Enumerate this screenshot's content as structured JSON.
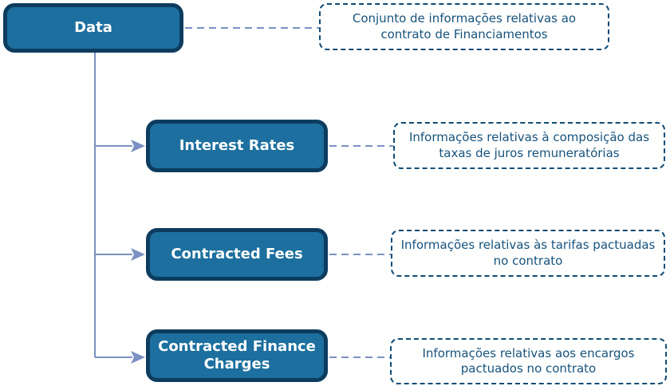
{
  "colors": {
    "node_fill": "#1c6f9e",
    "node_border": "#0d3c5f",
    "node_text": "#ffffff",
    "annotation_border": "#0f4c77",
    "annotation_text": "#16537d",
    "connector": "#7b90c2",
    "bg": "#ffffff"
  },
  "diagram": {
    "root": {
      "label": "Data",
      "annotation": "Conjunto de informações relativas ao contrato de Financiamentos"
    },
    "children": [
      {
        "label": "Interest Rates",
        "annotation": "Informações relativas à composição das taxas de juros remuneratórias"
      },
      {
        "label": "Contracted Fees",
        "annotation": "Informações relativas às tarifas pactuadas no contrato"
      },
      {
        "label": "Contracted Finance Charges",
        "annotation": "Informações relativas aos encargos pactuados no contrato"
      }
    ]
  }
}
